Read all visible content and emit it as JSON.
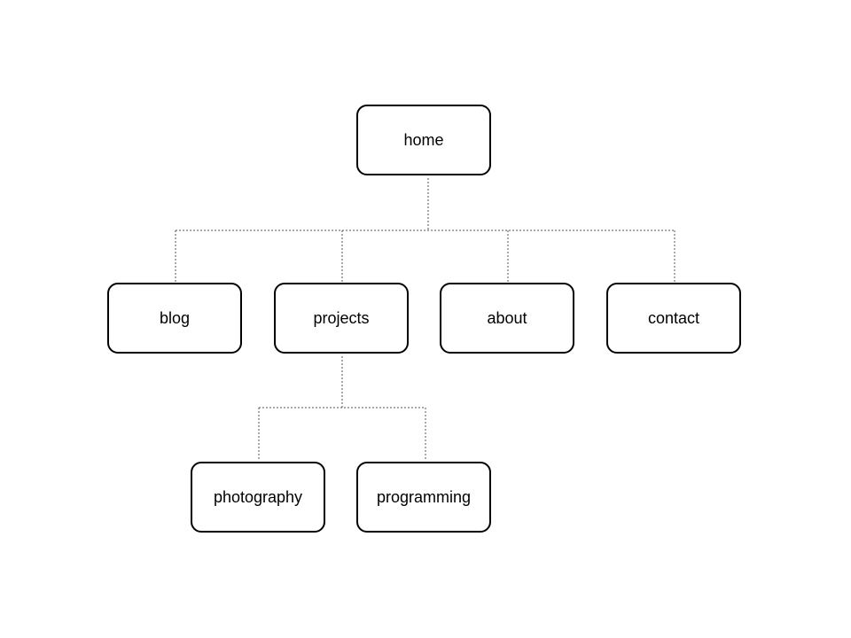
{
  "sitemap": {
    "root": {
      "label": "home"
    },
    "sections": [
      {
        "label": "blog"
      },
      {
        "label": "projects"
      },
      {
        "label": "about"
      },
      {
        "label": "contact"
      }
    ],
    "project_children": [
      {
        "label": "photography"
      },
      {
        "label": "programming"
      }
    ]
  },
  "colors": {
    "node_border": "#000000",
    "node_fill": "#ffffff",
    "connector": "#555555",
    "background": "#ffffff"
  }
}
